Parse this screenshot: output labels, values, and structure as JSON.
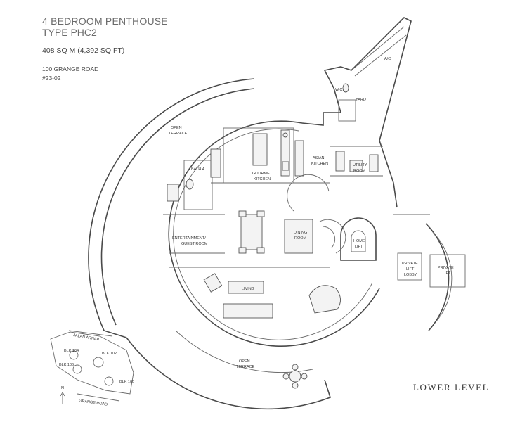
{
  "header": {
    "title_line1": "4 BEDROOM PENTHOUSE",
    "title_line2": "TYPE PHC2",
    "area": "408 SQ M (4,392 SQ FT)",
    "address_line1": "100 GRANGE ROAD",
    "address_line2": "#23-02"
  },
  "level_label": "LOWER LEVEL",
  "rooms": {
    "open_terrace_top": [
      "OPEN",
      "TERRACE"
    ],
    "bath4": "BATH 4",
    "gourmet_kitchen": [
      "GOURMET",
      "KITCHEN"
    ],
    "asian_kitchen": [
      "ASIAN",
      "KITCHEN"
    ],
    "utility_room": [
      "UTILITY",
      "ROOM"
    ],
    "wc": "W.C.",
    "yard": "YARD",
    "ac": "A/C",
    "entertainment": [
      "ENTERTAINMENT/",
      "GUEST ROOM"
    ],
    "living": "LIVING",
    "dining": [
      "DINING",
      "ROOM"
    ],
    "home_lift": [
      "HOME",
      "LIFT"
    ],
    "private_lift_lobby": [
      "PRIVATE",
      "LIFT",
      "LOBBY"
    ],
    "private_lift": [
      "PRIVATE",
      "LIFT"
    ],
    "open_terrace_bottom": [
      "OPEN",
      "TERRACE"
    ]
  },
  "site_map": {
    "road_top": "JALAN ARNAP",
    "road_bottom": "GRANGE ROAD",
    "north": "N",
    "blocks": [
      "BLK 104",
      "BLK 102",
      "BLK 106",
      "BLK 100"
    ]
  }
}
